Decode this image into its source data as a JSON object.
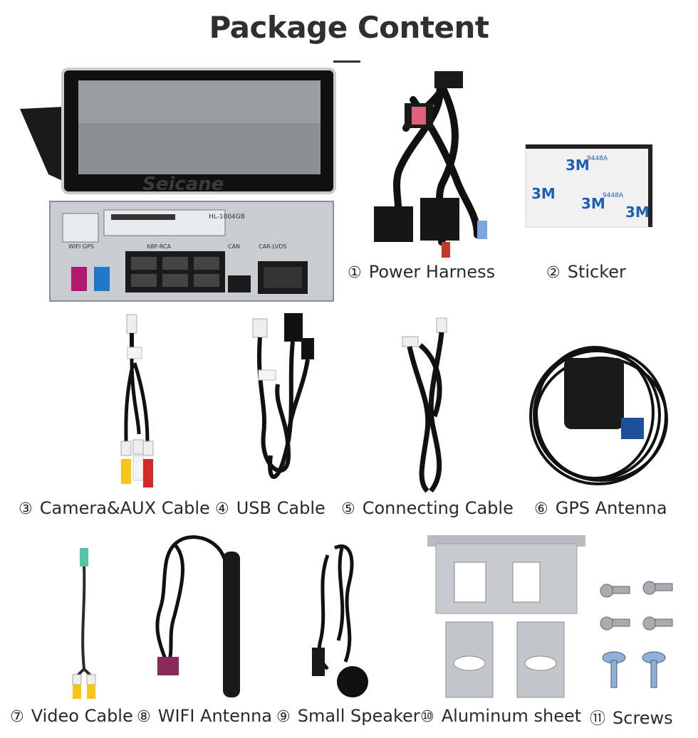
{
  "title": "Package Content",
  "screen_brand": "Seicane",
  "box_labels": {
    "wifi_gps": "WIFI  GPS",
    "rca": "68P-RCA",
    "can": "CAN",
    "lvds": "CAR-LVDS",
    "model": "HL-1004GB"
  },
  "sticker_text": {
    "brand": "3M",
    "code": "9448A"
  },
  "items": [
    {
      "num": "①",
      "label": "Power Harness"
    },
    {
      "num": "②",
      "label": "Sticker"
    },
    {
      "num": "③",
      "label": "Camera&AUX Cable"
    },
    {
      "num": "④",
      "label": "USB Cable"
    },
    {
      "num": "⑤",
      "label": "Connecting Cable"
    },
    {
      "num": "⑥",
      "label": "GPS Antenna"
    },
    {
      "num": "⑦",
      "label": "Video Cable"
    },
    {
      "num": "⑧",
      "label": "WIFI Antenna"
    },
    {
      "num": "⑨",
      "label": "Small Speaker"
    },
    {
      "num": "⑩",
      "label": "Aluminum sheet"
    },
    {
      "num": "⑪",
      "label": "Screws"
    }
  ]
}
